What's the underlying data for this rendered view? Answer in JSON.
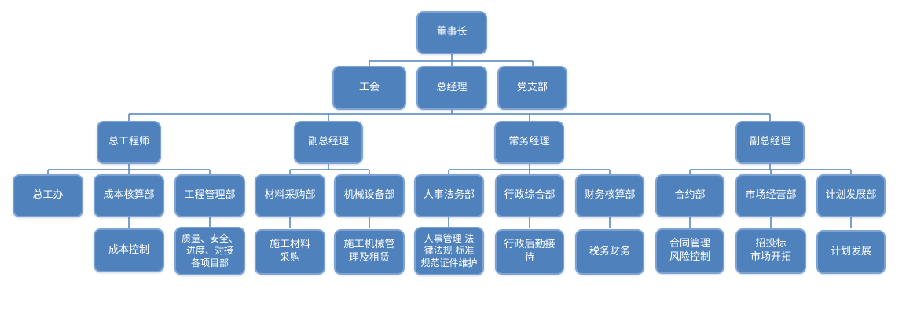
{
  "diagram_type": "org-chart",
  "colors": {
    "node_fill": "#4f81bd",
    "node_border": "#7ea3d3",
    "node_text": "#ffffff",
    "connector": "#4f81bd",
    "page_bg": "#ffffff"
  },
  "nodes": {
    "chairman": "董事长",
    "labor_union": "工会",
    "general_manager": "总经理",
    "party_branch": "党支部",
    "chief_engineer": "总工程师",
    "deputy_gm_1": "副总经理",
    "executive_manager": "常务经理",
    "deputy_gm_2": "副总经理",
    "chief_engineer_office": "总工办",
    "cost_accounting_dept": "成本核算部",
    "engineering_mgmt_dept": "工程管理部",
    "material_procurement_dept": "材料采购部",
    "machinery_equipment_dept": "机械设备部",
    "hr_legal_dept": "人事法务部",
    "admin_general_dept": "行政综合部",
    "financial_accounting_dept": "财务核算部",
    "contract_dept": "合约部",
    "market_operation_dept": "市场经营部",
    "planning_development_dept": "计划发展部",
    "cost_control": "成本控制",
    "quality_safety_progress": "质量、安全、\n进度、对接\n各项目部",
    "construction_material_purchase": "施工材料\n采购",
    "machinery_mgmt_leasing": "施工机械管\n理及租赁",
    "hr_mgmt_legal_certs": "人事管理 法\n律法规 标准\n规范证件维护",
    "admin_logistics_reception": "行政后勤接\n待",
    "tax_finance": "税务财务",
    "contract_mgmt_risk_control": "合同管理\n风险控制",
    "bidding_market_expansion": "招投标\n市场开拓",
    "planning_development": "计划发展"
  },
  "hierarchy_note": {
    "root": "董事长",
    "level2": [
      "工会",
      "总经理",
      "党支部"
    ],
    "level3_heads": [
      "总工程师",
      "副总经理",
      "常务经理",
      "副总经理"
    ]
  }
}
